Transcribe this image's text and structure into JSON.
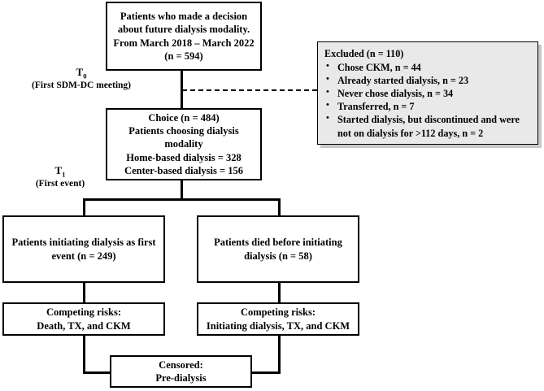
{
  "figure": {
    "type": "flowchart",
    "title": "Patient flow and competing-risks study design"
  },
  "boxes": {
    "cohort": {
      "line1": "Patients who made a decision",
      "line2": "about future dialysis modality.",
      "line3": "From March 2018 – March 2022",
      "line4": "(n = 594)"
    },
    "choice": {
      "line1": "Choice (n = 484)",
      "line2": "Patients choosing dialysis",
      "line3": "modality",
      "line4": "Home-based dialysis = 328",
      "line5": "Center-based dialysis = 156"
    },
    "initiating": {
      "line1": "Patients initiating dialysis as first",
      "line2": "event (n = 249)"
    },
    "died": {
      "line1": "Patients died before initiating",
      "line2": "dialysis (n = 58)"
    },
    "competing_left": {
      "line1": "Competing risks:",
      "line2": "Death, TX, and CKM"
    },
    "competing_right": {
      "line1": "Competing risks:",
      "line2": "Initiating dialysis, TX, and CKM"
    },
    "censored": {
      "line1": "Censored:",
      "line2": "Pre-dialysis"
    }
  },
  "excluded": {
    "title": "Excluded (n = 110)",
    "bullet_glyph": "•",
    "items": [
      {
        "line1": "Chose CKM, n = 44",
        "line2": ""
      },
      {
        "line1": "Already started dialysis, n = 23",
        "line2": ""
      },
      {
        "line1": "Never chose dialysis, n = 34",
        "line2": ""
      },
      {
        "line1": "Transferred, n = 7",
        "line2": ""
      },
      {
        "line1": "Started dialysis, but discontinued and were",
        "line2": "not on dialysis for >112 days, n = 2"
      }
    ]
  },
  "timepoints": {
    "t0": {
      "name": "T",
      "sub": "0",
      "sublabel": "(First SDM-DC meeting)"
    },
    "t1": {
      "name": "T",
      "sub": "1",
      "sublabel": "(First event)"
    }
  },
  "colors": {
    "stroke": "#000000",
    "background": "#ffffff",
    "excluded_fill": "#e9e9e9",
    "excluded_shadow": "#c8c8c8"
  }
}
